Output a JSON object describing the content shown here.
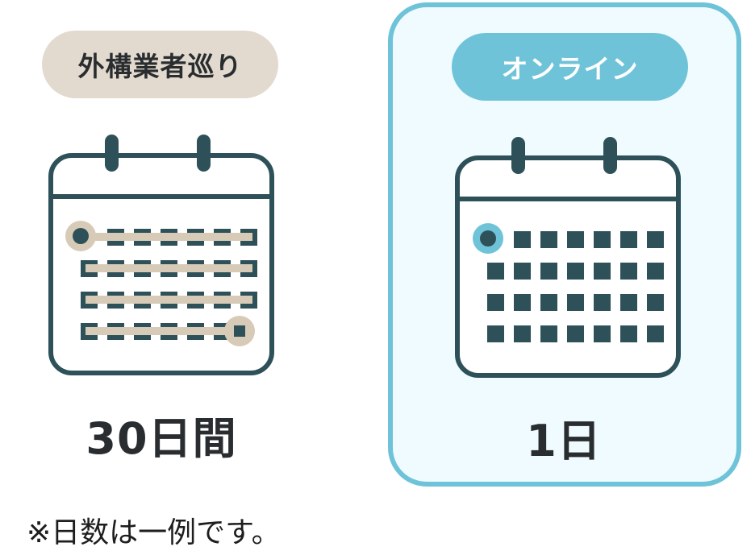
{
  "comparison": {
    "left": {
      "label": "外構業者巡り",
      "duration": "30日間",
      "icon": "calendar-spanning-month-icon",
      "colors": {
        "pill": "#e2dace",
        "accent": "#d7cbb8",
        "stroke": "#2e5159"
      }
    },
    "right": {
      "label": "オンライン",
      "duration": "1日",
      "icon": "calendar-single-day-icon",
      "highlighted": true,
      "colors": {
        "pill": "#6fc3d9",
        "border": "#6fc3d9",
        "background": "#effbfe",
        "stroke": "#2e5159"
      }
    }
  },
  "footnote": "※日数は一例です。"
}
